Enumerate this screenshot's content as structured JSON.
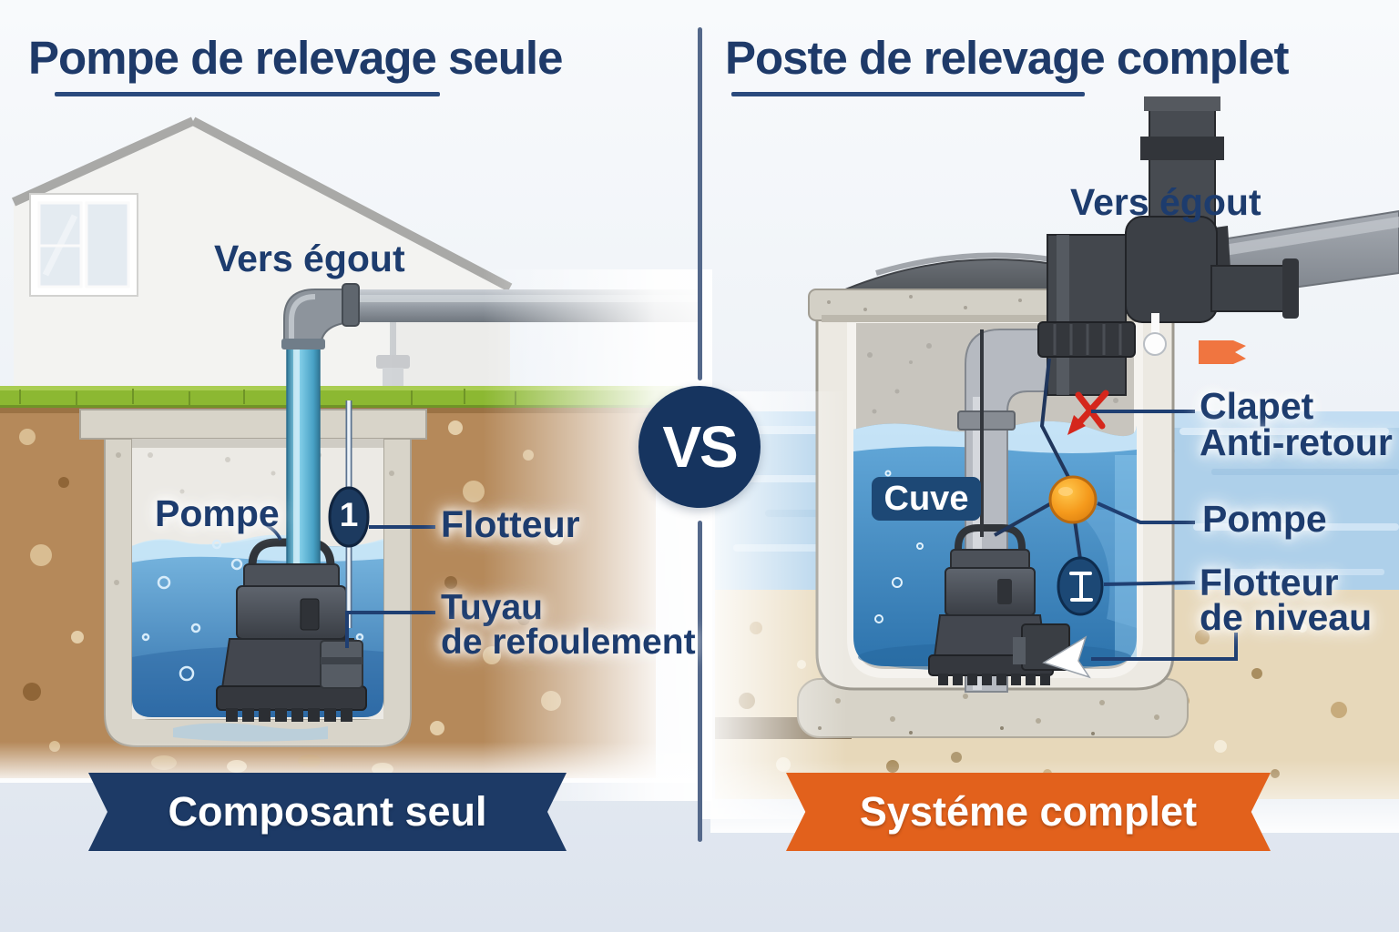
{
  "left": {
    "title": "Pompe de relevage seule",
    "vers_egout": "Vers égout",
    "pompe": "Pompe",
    "float_number": "1",
    "flotteur": "Flotteur",
    "tuyau_line1": "Tuyau",
    "tuyau_line2": "de refoulement",
    "banner": "Composant seul"
  },
  "center": {
    "vs": "VS"
  },
  "right": {
    "title": "Poste de relevage complet",
    "vers_egout": "Vers égout",
    "clapet_line1": "Clapet",
    "clapet_line2": "Anti-retour",
    "cuve": "Cuve",
    "pompe": "Pompe",
    "flotteur_line1": "Flotteur",
    "flotteur_line2": "de niveau",
    "banner": "Systéme complet"
  },
  "colors": {
    "navy_text": "#1d3c6e",
    "navy_dark": "#16345f",
    "banner_navy": "#1d3a66",
    "banner_orange": "#e2611c",
    "orange_float": "#f59a1c",
    "red_valve": "#d5271c",
    "water_blue": "#4a95c8",
    "grass_green": "#8cb832",
    "soil_brown": "#b5895a",
    "concrete": "#d8d4c9"
  },
  "icons": {
    "vs_badge": "vs-badge",
    "float_level_ball": "orange-float-ball-icon",
    "float_switch": "i-beam-float-switch-icon",
    "check_valve": "red-check-valve-icon",
    "flow_arrow": "orange-flow-arrow-icon",
    "pump_pointer": "white-arrow-icon"
  }
}
